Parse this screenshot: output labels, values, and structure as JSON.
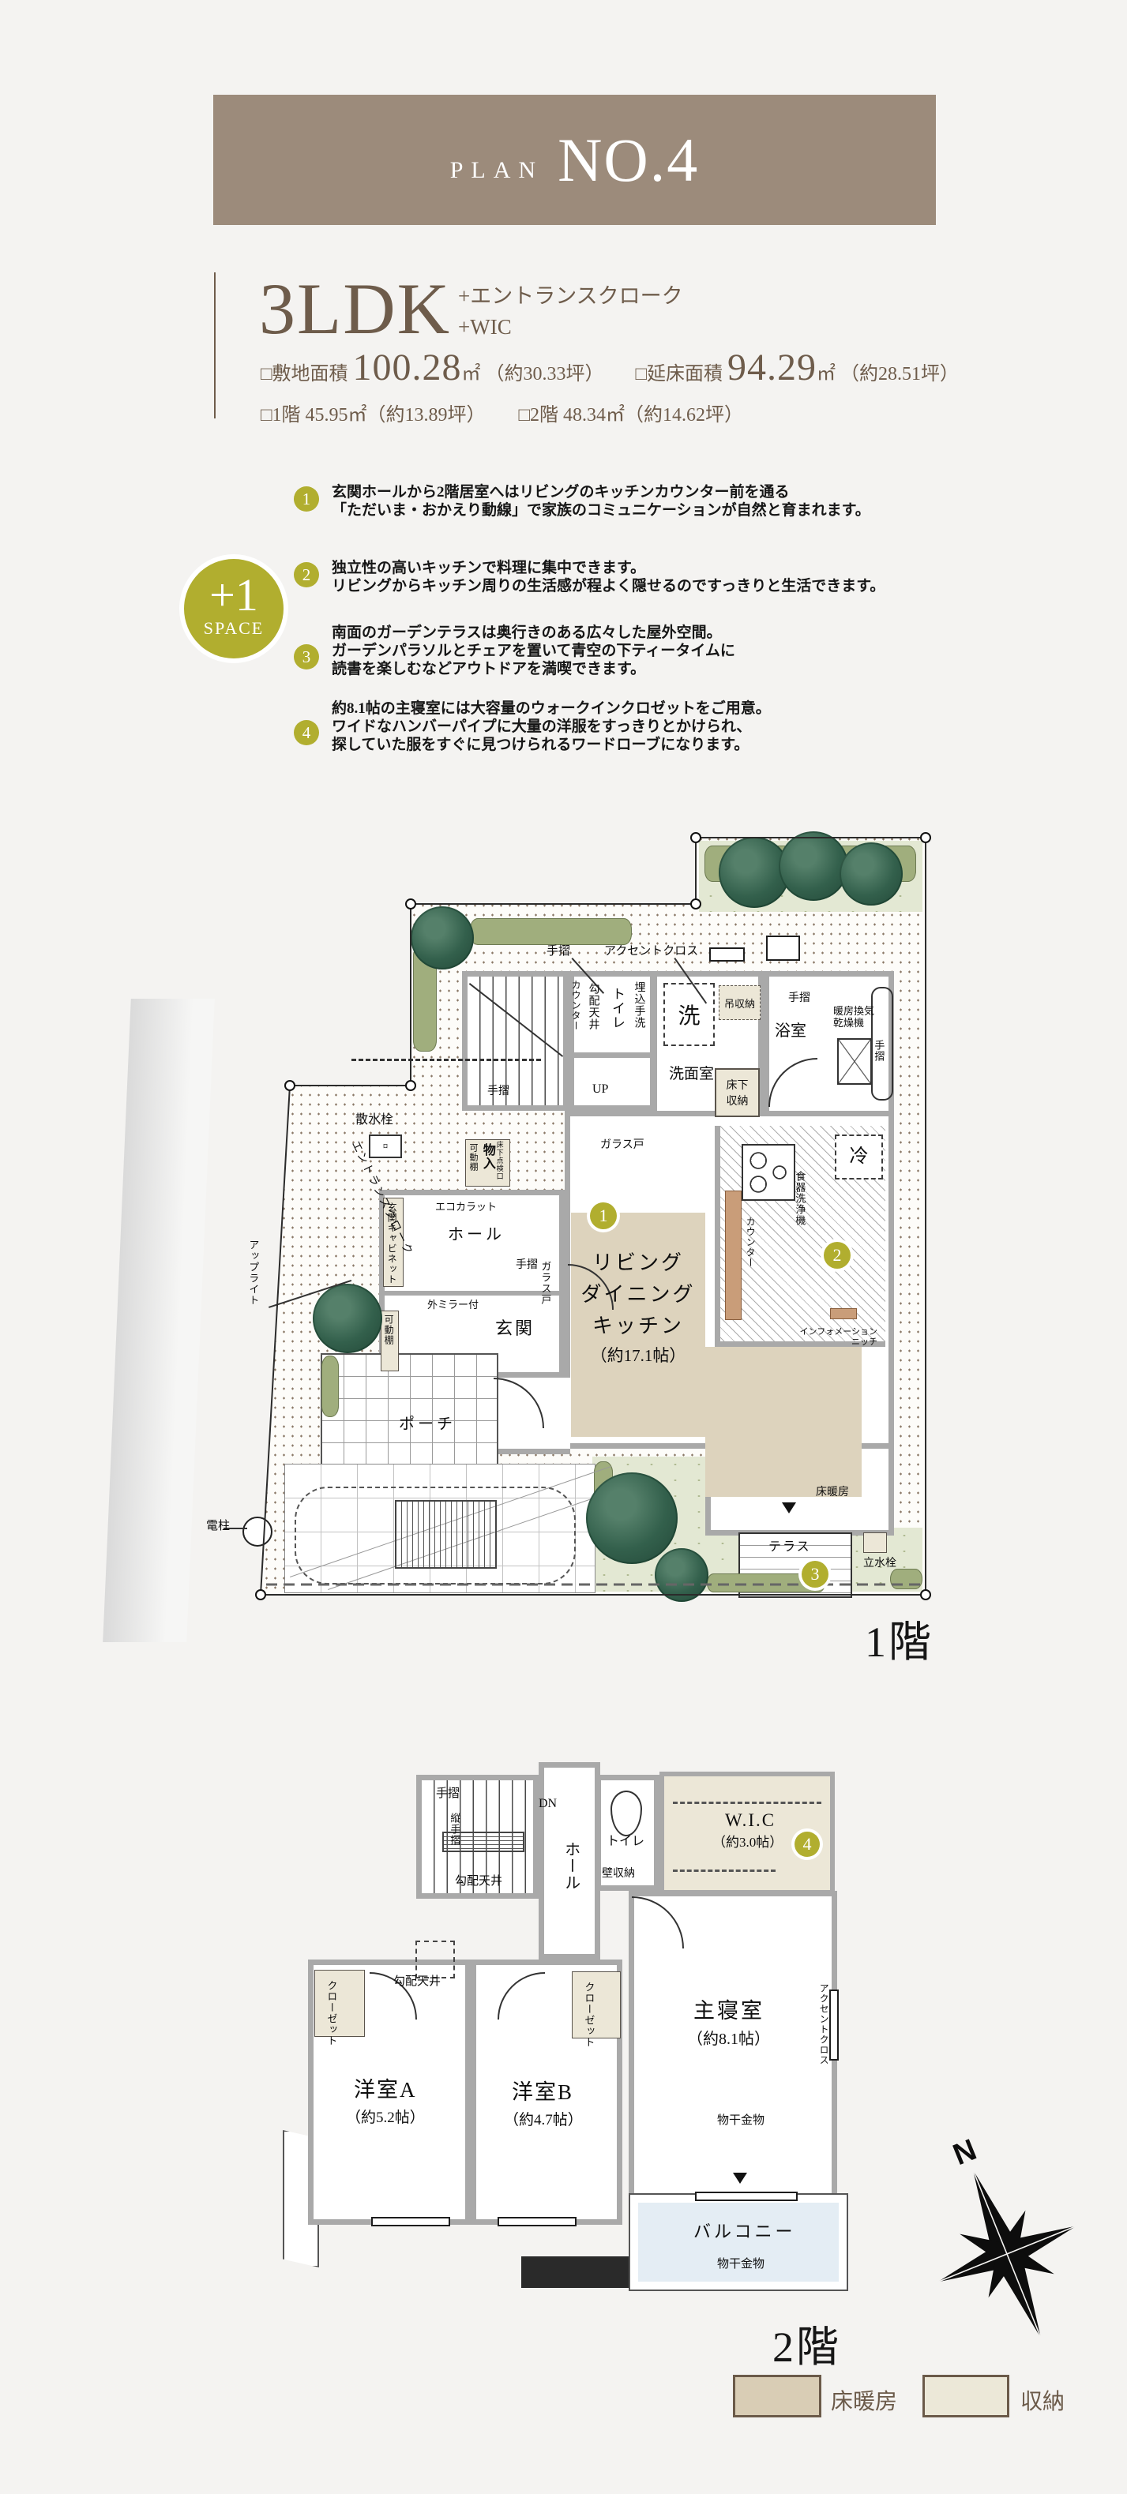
{
  "header": {
    "plan_label": "PLAN",
    "plan_number": "NO.4"
  },
  "summary": {
    "type": "3LDK",
    "extra_1": "+エントランスクローク",
    "extra_2": "+WIC",
    "site_area_label": "□敷地面積",
    "site_area_value": "100.28",
    "site_area_unit": "㎡",
    "site_area_tsubo": "（約30.33坪）",
    "floor_area_label": "□延床面積",
    "floor_area_value": "94.29",
    "floor_area_unit": "㎡",
    "floor_area_tsubo": "（約28.51坪）",
    "floor1_label": "□1階",
    "floor1_value": "45.95㎡（約13.89坪）",
    "floor2_label": "□2階",
    "floor2_value": "48.34㎡（約14.62坪）"
  },
  "plus_one": {
    "plus": "+1",
    "space": "SPACE"
  },
  "features": [
    {
      "num": "1",
      "lines": [
        "玄関ホールから2階居室へはリビングのキッチンカウンター前を通る",
        "「ただいま・おかえり動線」で家族のコミュニケーションが自然と育まれます。"
      ]
    },
    {
      "num": "2",
      "lines": [
        "独立性の高いキッチンで料理に集中できます。",
        "リビングからキッチン周りの生活感が程よく隠せるのですっきりと生活できます。"
      ]
    },
    {
      "num": "3",
      "lines": [
        "南面のガーデンテラスは奥行きのある広々した屋外空間。",
        "ガーデンパラソルとチェアを置いて青空の下ティータイムに",
        "読書を楽しむなどアウトドアを満喫できます。"
      ]
    },
    {
      "num": "4",
      "lines": [
        "約8.1帖の主寝室には大容量のウォークインクロゼットをご用意。",
        "ワイドなハンバーパイプに大量の洋服をすっきりとかけられ、",
        "探していた服をすぐに見つけられるワードローブになります。"
      ]
    }
  ],
  "floor1": {
    "title": "1階",
    "labels": {
      "tesuri": "手摺",
      "accent_cross": "アクセントクロス",
      "counter": "カウンター",
      "slope_ceiling": "勾配天井",
      "toilet": "トイレ",
      "built_in_basin": "埋込手洗",
      "washer": "洗",
      "hanging_storage": "吊収納",
      "washroom": "洗面室",
      "underfloor_storage_1": "床下",
      "underfloor_storage_2": "収納",
      "heater_dryer_1": "暖房換気",
      "heater_dryer_2": "乾燥機",
      "bathroom": "浴室",
      "up": "UP",
      "glass_door": "ガラス戸",
      "storage_closet": "物入",
      "floor_hatch": "床下点検口",
      "movable_shelf": "可動棚",
      "eco_karat": "エコカラット",
      "hall": "ホール",
      "entrance_cabinet": "玄関キャビネット",
      "exterior_mirror": "外ミラー付",
      "entrance": "玄関",
      "water_tap": "散水栓",
      "entrance_cloak": "エントランスクローク",
      "uplight": "アップライト",
      "porch": "ポーチ",
      "utility_pole": "電柱",
      "ldk_1": "リビング",
      "ldk_2": "ダイニング",
      "ldk_3": "キッチン",
      "ldk_size": "（約17.1帖）",
      "dishwasher": "食器洗浄機",
      "fridge": "冷",
      "info_niche_1": "インフォメーション",
      "info_niche_2": "ニッチ",
      "floor_heating": "床暖房",
      "terrace": "テラス",
      "outdoor_tap": "立水栓",
      "badge_1": "1",
      "badge_2": "2",
      "badge_3": "3"
    }
  },
  "floor2": {
    "title": "2階",
    "labels": {
      "tesuri": "手摺",
      "dn": "DN",
      "vertical_rail": "縦手摺",
      "slope_ceiling": "勾配天井",
      "hall": "ホール",
      "toilet": "トイレ",
      "wall_storage": "壁収納",
      "wic": "W.I.C",
      "wic_size": "（約3.0帖）",
      "closet": "クローゼット",
      "room_a": "洋室A",
      "room_a_size": "（約5.2帖）",
      "room_b": "洋室B",
      "room_b_size": "（約4.7帖）",
      "master": "主寝室",
      "master_size": "（約8.1帖）",
      "accent_cross": "アクセントクロス",
      "drying_fixture": "物干金物",
      "balcony": "バルコニー",
      "badge_4": "4"
    }
  },
  "legend": {
    "floor_heating": "床暖房",
    "storage": "収納"
  },
  "compass": {
    "north": "N"
  },
  "colors": {
    "banner": "#9c8b7b",
    "accent_olive": "#b1ae2f",
    "floor_heating_fill": "#ddd3bd",
    "storage_fill": "#ece7d7",
    "balcony_fill": "#e4edf4",
    "wall_gray": "#a9a9a9"
  }
}
